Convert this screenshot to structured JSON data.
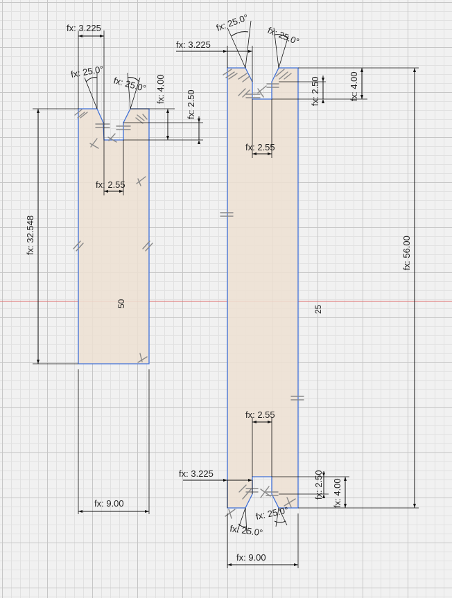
{
  "colors": {
    "canvas_bg": "#f1f1f1",
    "grid_major": "#c6c6c6",
    "grid_minor": "#e1e1e1",
    "axis_red": "#e07070",
    "part_fill": "#ede1d2",
    "part_outline": "#3f6fd6",
    "constraint_glyph": "#888888"
  },
  "left_part": {
    "profile_label": "50",
    "dims": {
      "top_width": "fx: 3.225",
      "angle_left": "fx: 25.0°",
      "angle_right": "fx: 25.0°",
      "depth_outer": "fx: 4.00",
      "depth_inner": "fx: 2.50",
      "notch_bottom": "fx: 2.55",
      "height": "fx: 32.548",
      "width": "fx: 9.00"
    }
  },
  "right_part": {
    "profile_label": "25",
    "dims": {
      "top_angle_left": "fx: 25.0°",
      "top_angle_right": "fx: 25.0°",
      "top_width": "fx: 3.225",
      "top_depth_inner": "fx: 2.50",
      "top_depth_outer": "fx: 4.00",
      "top_notch_bottom": "fx: 2.55",
      "height": "fx: 56.00",
      "bottom_notch_bottom": "fx: 2.55",
      "bottom_width": "fx: 3.225",
      "bottom_depth_inner": "fx: 2.50",
      "bottom_depth_outer": "fx: 4.00",
      "bottom_angle_left": "fx: 25.0°",
      "bottom_angle_right": "fx: 25.0°",
      "width": "fx: 9.00"
    }
  }
}
